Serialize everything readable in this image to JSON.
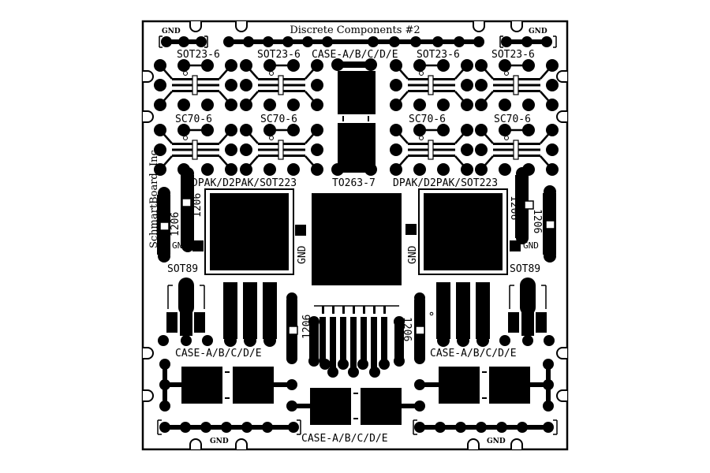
{
  "board": {
    "title": "Discrete Components #2",
    "manufacturer": "SchmartBoard, Inc.",
    "colors": {
      "copper": "#000000",
      "background": "#ffffff"
    }
  },
  "labels": {
    "gnd": "GND",
    "sot23": "SOT23-6",
    "sc70": "SC70-6",
    "case": "CASE-A/B/C/D/E",
    "dpak": "DPAK/D2PAK/SOT223",
    "to263": "TO263-7",
    "r1206": "1206",
    "sot89": "SOT89"
  }
}
